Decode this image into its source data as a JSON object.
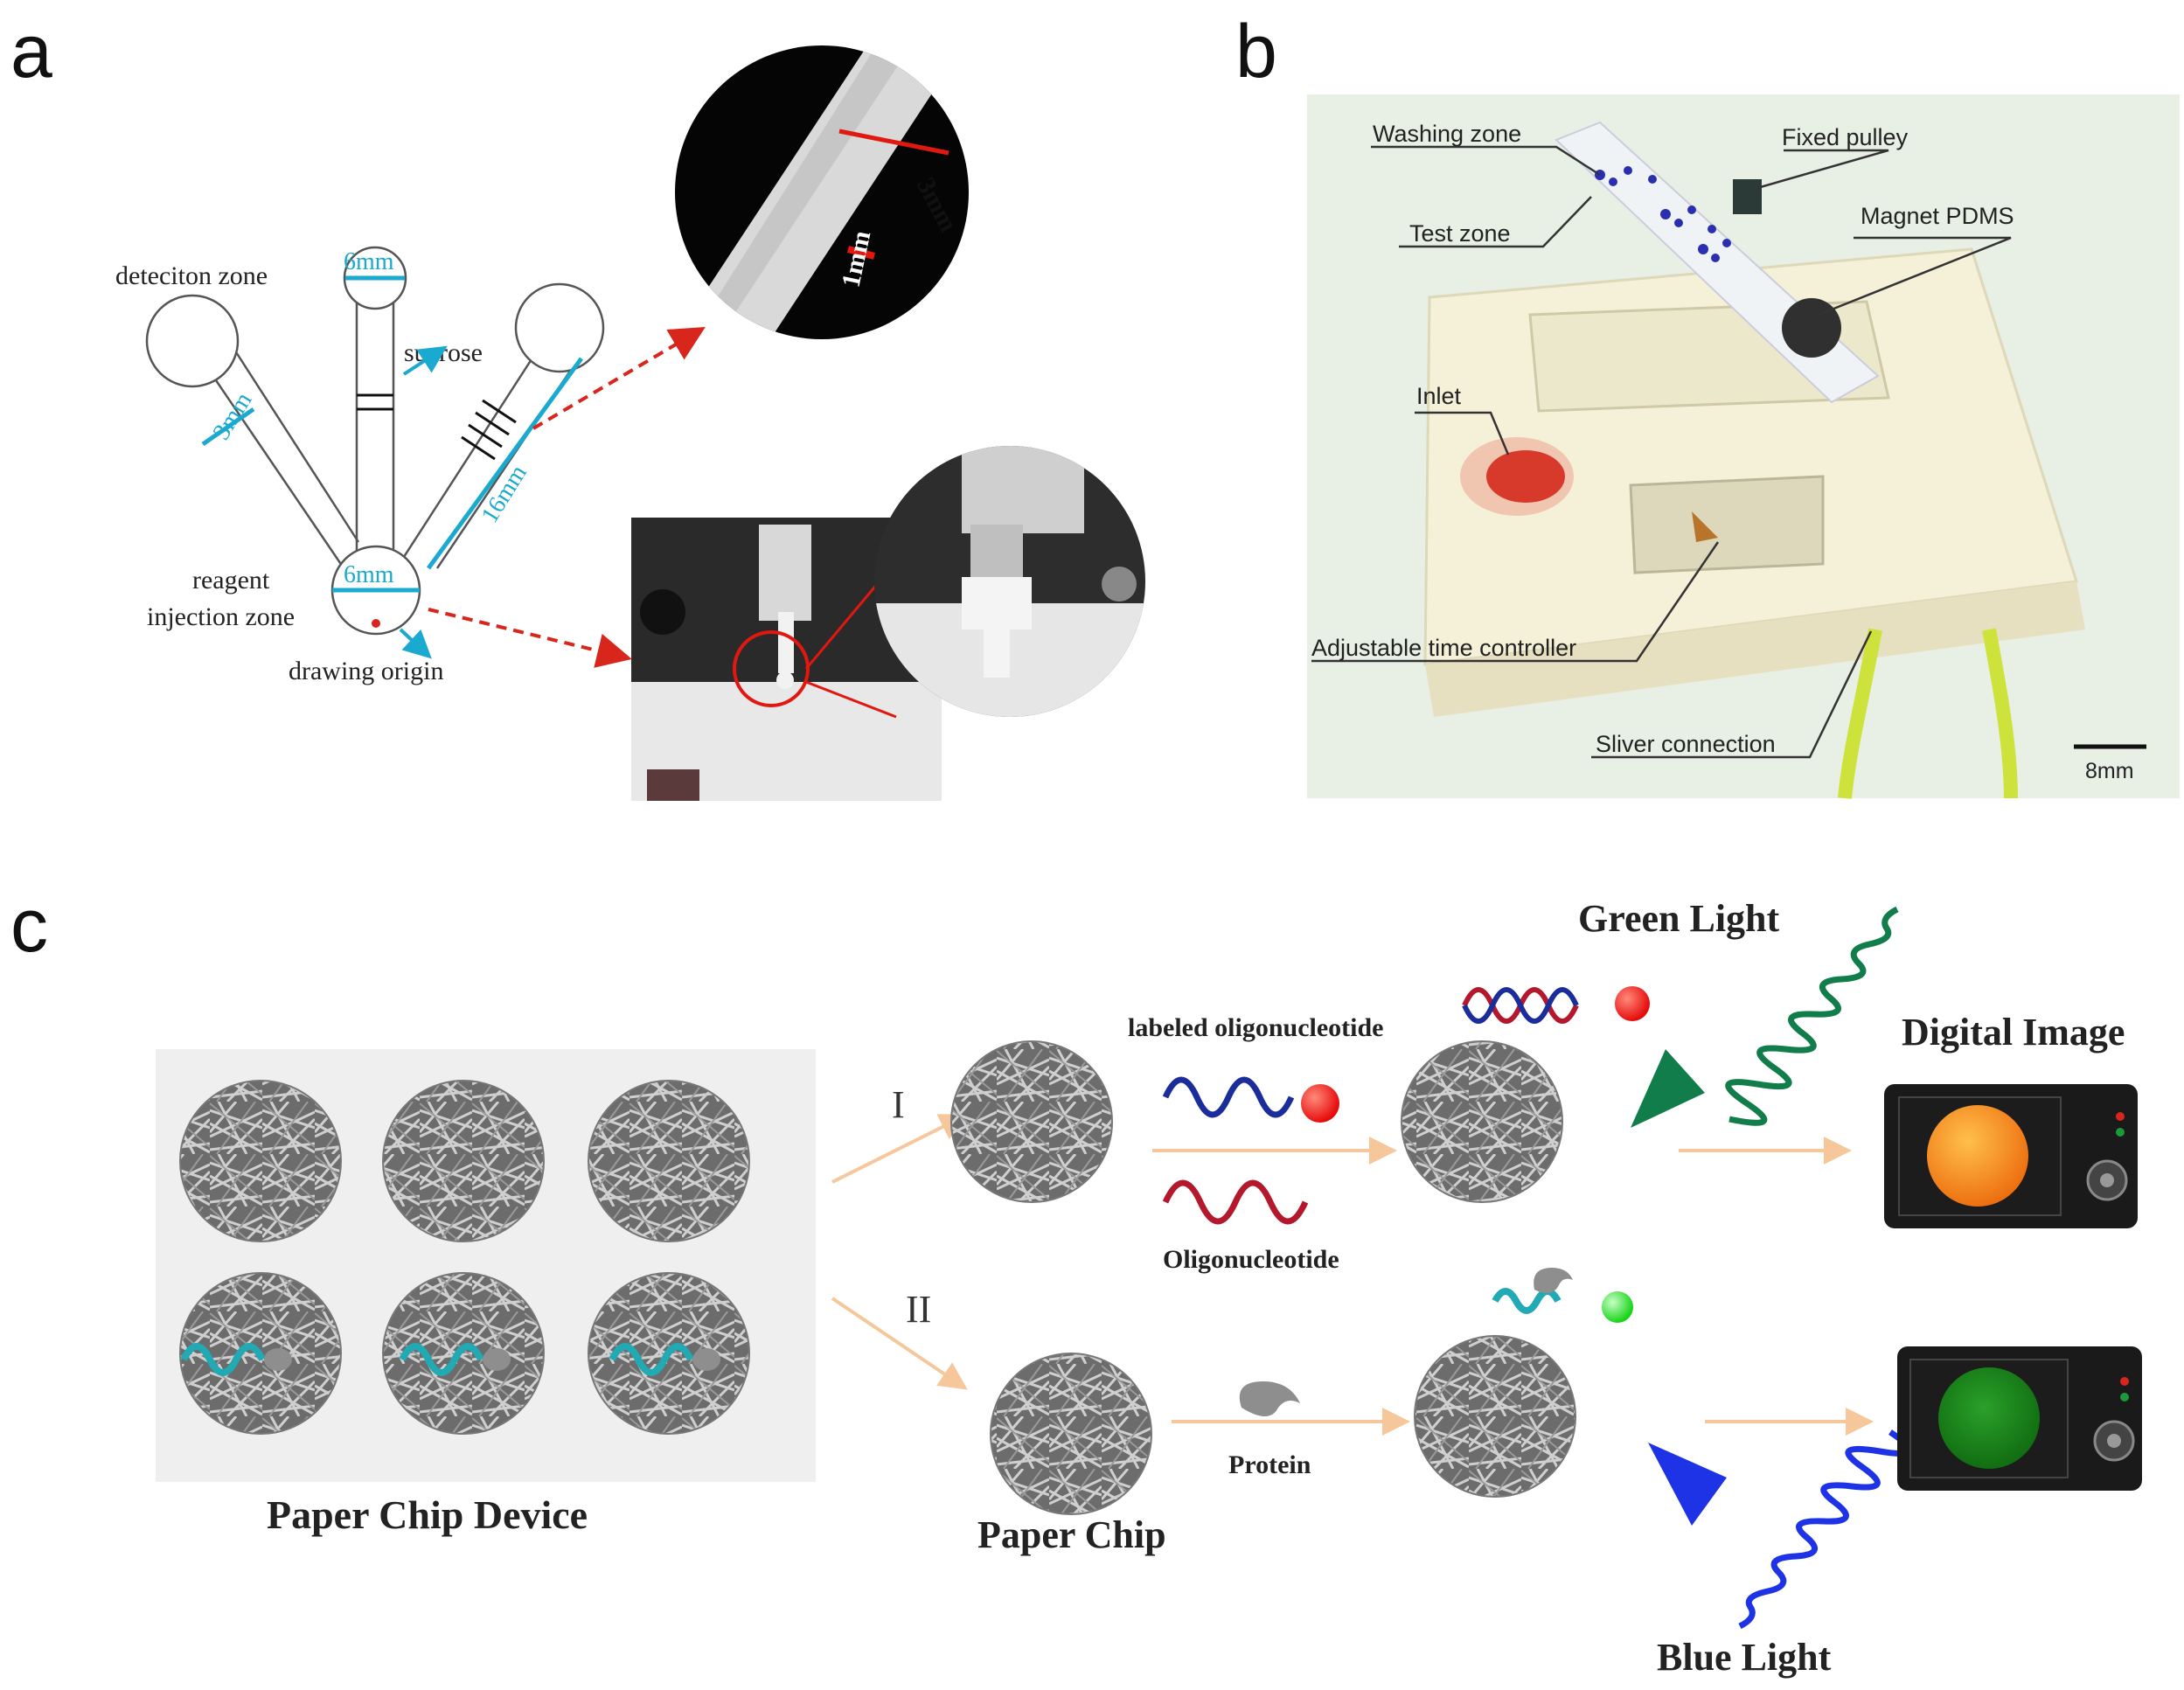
{
  "panels": {
    "a": "a",
    "b": "b",
    "c": "c"
  },
  "panel_a": {
    "detection_zone": "deteciton zone",
    "top_width": "6mm",
    "sucrose": "sucrose",
    "channel_width": "3mm",
    "channel_length": "16mm",
    "bottom_width": "6mm",
    "reagent_line1": "reagent",
    "reagent_line2": "injection zone",
    "drawing_origin": "drawing origin",
    "zoom_width": "3mm",
    "zoom_gap": "1mm"
  },
  "panel_b": {
    "washing_zone": "Washing zone",
    "fixed_pulley": "Fixed pulley",
    "test_zone": "Test zone",
    "magnet": "Magnet PDMS",
    "inlet": "Inlet",
    "time_controller": "Adjustable time controller",
    "sliver_connection": "Sliver connection",
    "scale_bar": "8mm"
  },
  "panel_c": {
    "green_light": "Green Light",
    "labeled_oligo": "labeled oligonucleotide",
    "digital_image": "Digital Image",
    "route_1": "I",
    "route_2": "II",
    "oligonucleotide": "Oligonucleotide",
    "protein": "Protein",
    "paper_chip_device": "Paper Chip Device",
    "paper_chip": "Paper Chip",
    "blue_light": "Blue Light"
  },
  "colors": {
    "cyan": "#1aa9cf",
    "red_arrow": "#d8261d",
    "peach_arrow": "#f5c79a",
    "green_light": "#107d4a",
    "blue_light": "#1e33e6",
    "orange_image": "#f47e12",
    "green_image": "#167d16",
    "teal_strand": "#21a9b4"
  }
}
